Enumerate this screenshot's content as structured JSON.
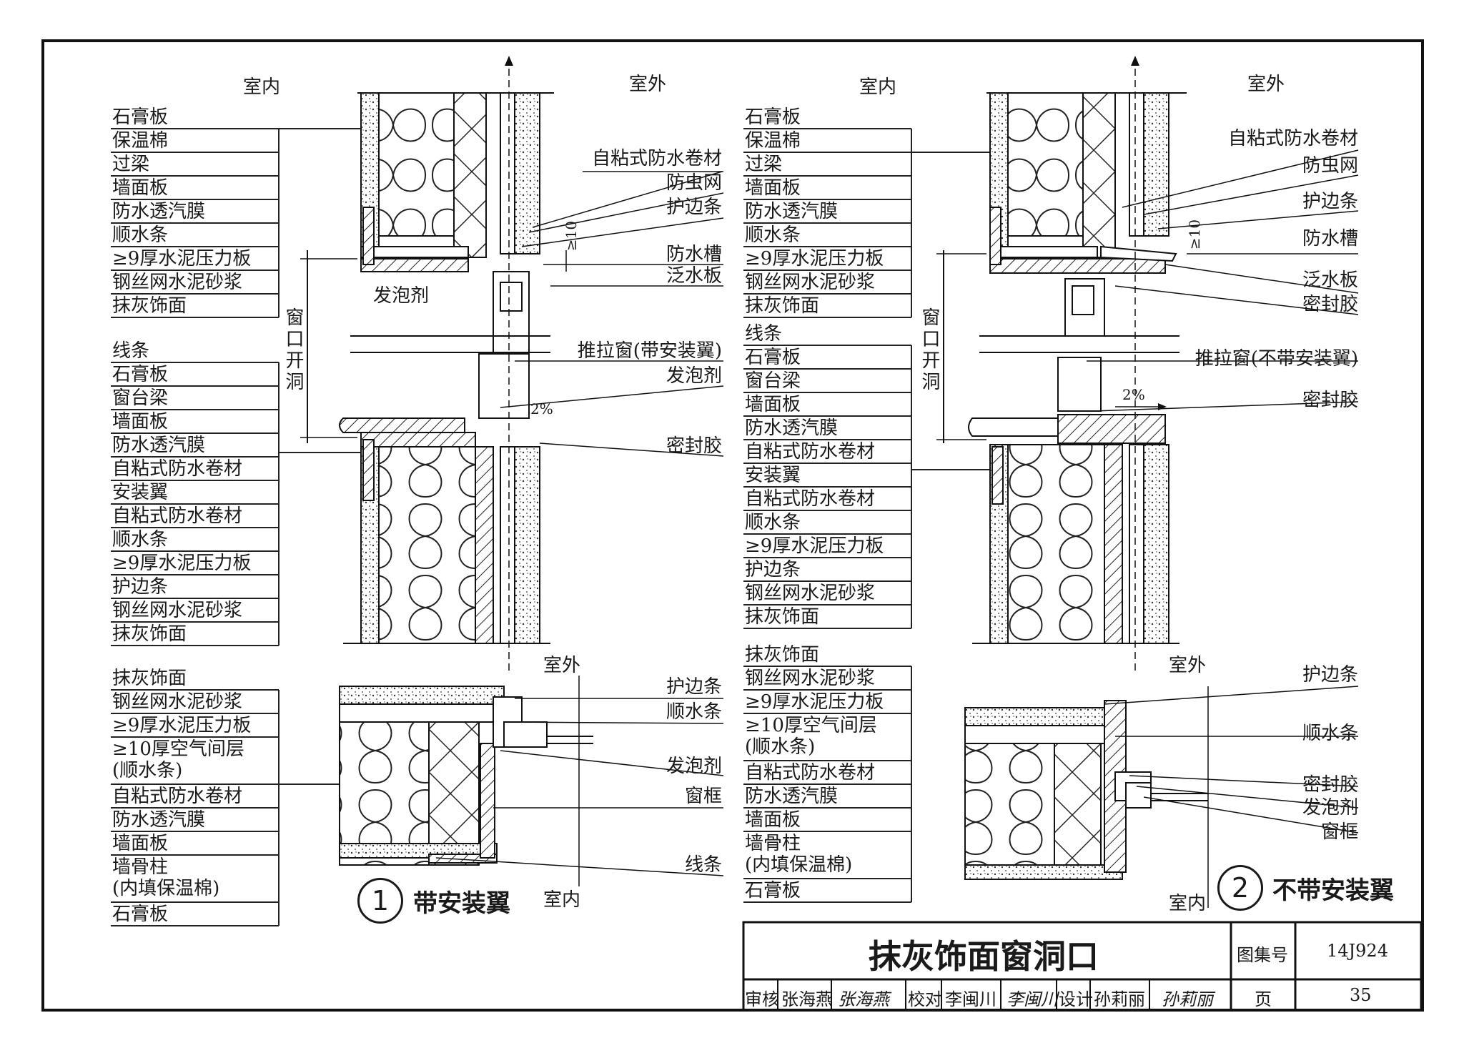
{
  "detail1": {
    "number": "1",
    "title": "带安装翼",
    "indoor": "室内",
    "outdoor": "室外",
    "upper_labels": [
      "石膏板",
      "保温棉",
      "过梁",
      "墙面板",
      "防水透汽膜",
      "顺水条",
      "≥9厚水泥压力板",
      "钢丝网水泥砂浆",
      "抹灰饰面"
    ],
    "mid_labels": [
      "线条",
      "石膏板",
      "窗台梁",
      "墙面板",
      "防水透汽膜",
      "自粘式防水卷材",
      "安装翼",
      "自粘式防水卷材",
      "顺水条",
      "≥9厚水泥压力板",
      "护边条",
      "钢丝网水泥砂浆",
      "抹灰饰面"
    ],
    "plan_labels": [
      "抹灰饰面",
      "钢丝网水泥砂浆",
      "≥9厚水泥压力板",
      "≥10厚空气间层",
      "(顺水条)",
      "自粘式防水卷材",
      "防水透汽膜",
      "墙面板",
      "墙骨柱",
      "(内填保温棉)",
      "石膏板"
    ],
    "right_labels": [
      "自粘式防水卷材",
      "防虫网",
      "护边条",
      "防水槽",
      "泛水板",
      "推拉窗(带安装翼)",
      "发泡剂",
      "密封胶"
    ],
    "plan_right_labels": [
      "护边条",
      "顺水条",
      "发泡剂",
      "窗框",
      "线条"
    ],
    "foam": "发泡剂",
    "opening": "窗口开洞",
    "slope": "2%",
    "dim": "≥10",
    "plan_outdoor": "室外",
    "plan_indoor": "室内"
  },
  "detail2": {
    "number": "2",
    "title": "不带安装翼",
    "indoor": "室内",
    "outdoor": "室外",
    "upper_labels": [
      "石膏板",
      "保温棉",
      "过梁",
      "墙面板",
      "防水透汽膜",
      "顺水条",
      "≥9厚水泥压力板",
      "钢丝网水泥砂浆",
      "抹灰饰面"
    ],
    "mid_labels": [
      "线条",
      "石膏板",
      "窗台梁",
      "墙面板",
      "防水透汽膜",
      "自粘式防水卷材",
      "安装翼",
      "自粘式防水卷材",
      "顺水条",
      "≥9厚水泥压力板",
      "护边条",
      "钢丝网水泥砂浆",
      "抹灰饰面"
    ],
    "plan_labels": [
      "抹灰饰面",
      "钢丝网水泥砂浆",
      "≥9厚水泥压力板",
      "≥10厚空气间层",
      "(顺水条)",
      "自粘式防水卷材",
      "防水透汽膜",
      "墙面板",
      "墙骨柱",
      "(内填保温棉)",
      "石膏板"
    ],
    "right_labels": [
      "自粘式防水卷材",
      "防虫网",
      "护边条",
      "防水槽",
      "泛水板",
      "密封胶",
      "推拉窗(不带安装翼)",
      "密封胶"
    ],
    "plan_right_labels": [
      "护边条",
      "顺水条",
      "密封胶",
      "发泡剂",
      "窗框"
    ],
    "opening": "窗口开洞",
    "slope": "2%",
    "dim": "≥10",
    "plan_outdoor": "室外",
    "plan_indoor": "室内"
  },
  "title_block": {
    "title": "抹灰饰面窗洞口",
    "atlas_label": "图集号",
    "atlas_no": "14J924",
    "review_label": "审核",
    "reviewer": "张海燕",
    "reviewer_sig": "张海燕",
    "check_label": "校对",
    "checker": "李闽川",
    "checker_sig": "李闽川",
    "design_label": "设计",
    "designer": "孙莉丽",
    "designer_sig": "孙莉丽",
    "page_label": "页",
    "page_no": "35"
  }
}
